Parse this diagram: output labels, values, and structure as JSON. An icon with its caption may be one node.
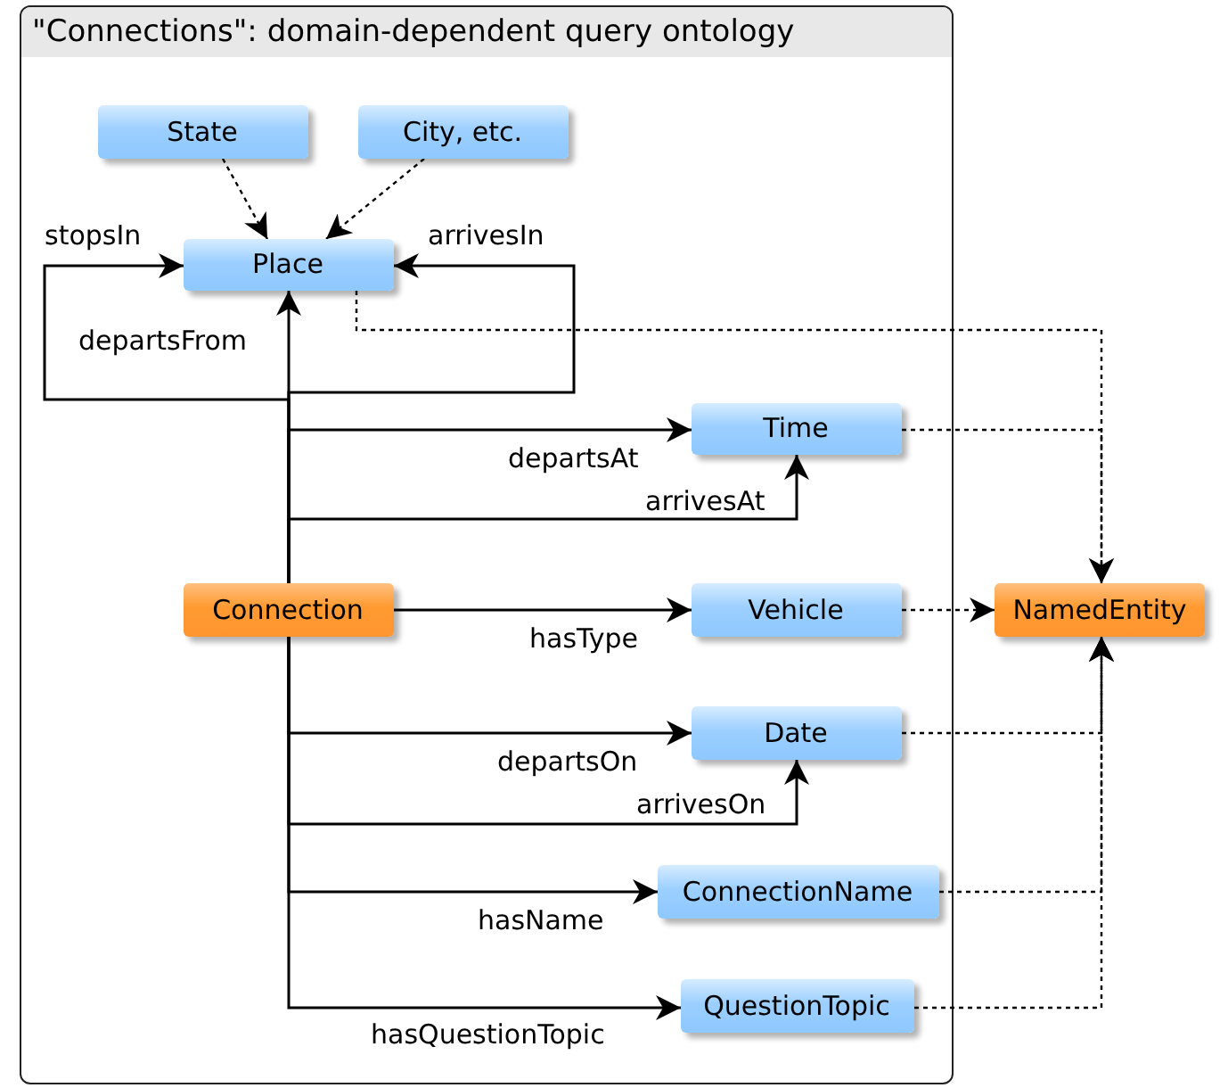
{
  "diagram": {
    "nodes": [
      {
        "text": [
          "\"Connections\": domain-dependent query ontology"
        ]
      },
      {
        "text": [
          "State"
        ],
        "in": 0
      },
      {
        "text": [
          "City, etc."
        ],
        "in": 0
      },
      {
        "text": [
          "Place"
        ],
        "in": 0
      },
      {
        "text": [
          "Time"
        ],
        "in": 0
      },
      {
        "text": [
          "Connection"
        ],
        "in": 0
      },
      {
        "text": [
          "Vehicle"
        ],
        "in": 0
      },
      {
        "text": [
          "Date"
        ],
        "in": 0
      },
      {
        "text": [
          "ConnectionName"
        ],
        "in": 0
      },
      {
        "text": [
          "QuestionTopic"
        ],
        "in": 0
      },
      {
        "text": [
          "NamedEntity"
        ]
      }
    ],
    "edges": [
      {
        "from": 1,
        "to": 3,
        "arrow": "to",
        "style": "dashed"
      },
      {
        "from": 2,
        "to": 3,
        "arrow": "to",
        "style": "dashed"
      },
      {
        "from": 5,
        "to": 3,
        "arrow": "to",
        "label": "stopsIn"
      },
      {
        "from": 5,
        "to": 3,
        "arrow": "to",
        "label": "arrivesIn"
      },
      {
        "from": 5,
        "to": 3,
        "arrow": "to",
        "label": "departsFrom"
      },
      {
        "from": 5,
        "to": 4,
        "arrow": "to",
        "label": "departsAt"
      },
      {
        "from": 5,
        "to": 4,
        "arrow": "to",
        "label": "arrivesAt"
      },
      {
        "from": 5,
        "to": 6,
        "arrow": "to",
        "label": "hasType"
      },
      {
        "from": 5,
        "to": 7,
        "arrow": "to",
        "label": "departsOn"
      },
      {
        "from": 5,
        "to": 7,
        "arrow": "to",
        "label": "arrivesOn"
      },
      {
        "from": 5,
        "to": 8,
        "arrow": "to",
        "label": "hasName"
      },
      {
        "from": 5,
        "to": 9,
        "arrow": "to",
        "label": "hasQuestionTopic"
      },
      {
        "from": 3,
        "to": 10,
        "arrow": "to",
        "style": "dashed"
      },
      {
        "from": 4,
        "to": 10,
        "arrow": "to",
        "style": "dashed"
      },
      {
        "from": 6,
        "to": 10,
        "arrow": "to",
        "style": "dashed"
      },
      {
        "from": 7,
        "to": 10,
        "arrow": "to",
        "style": "dashed"
      },
      {
        "from": 8,
        "to": 10,
        "arrow": "to",
        "style": "dashed"
      },
      {
        "from": 9,
        "to": 10,
        "arrow": "to",
        "style": "dashed"
      }
    ]
  }
}
